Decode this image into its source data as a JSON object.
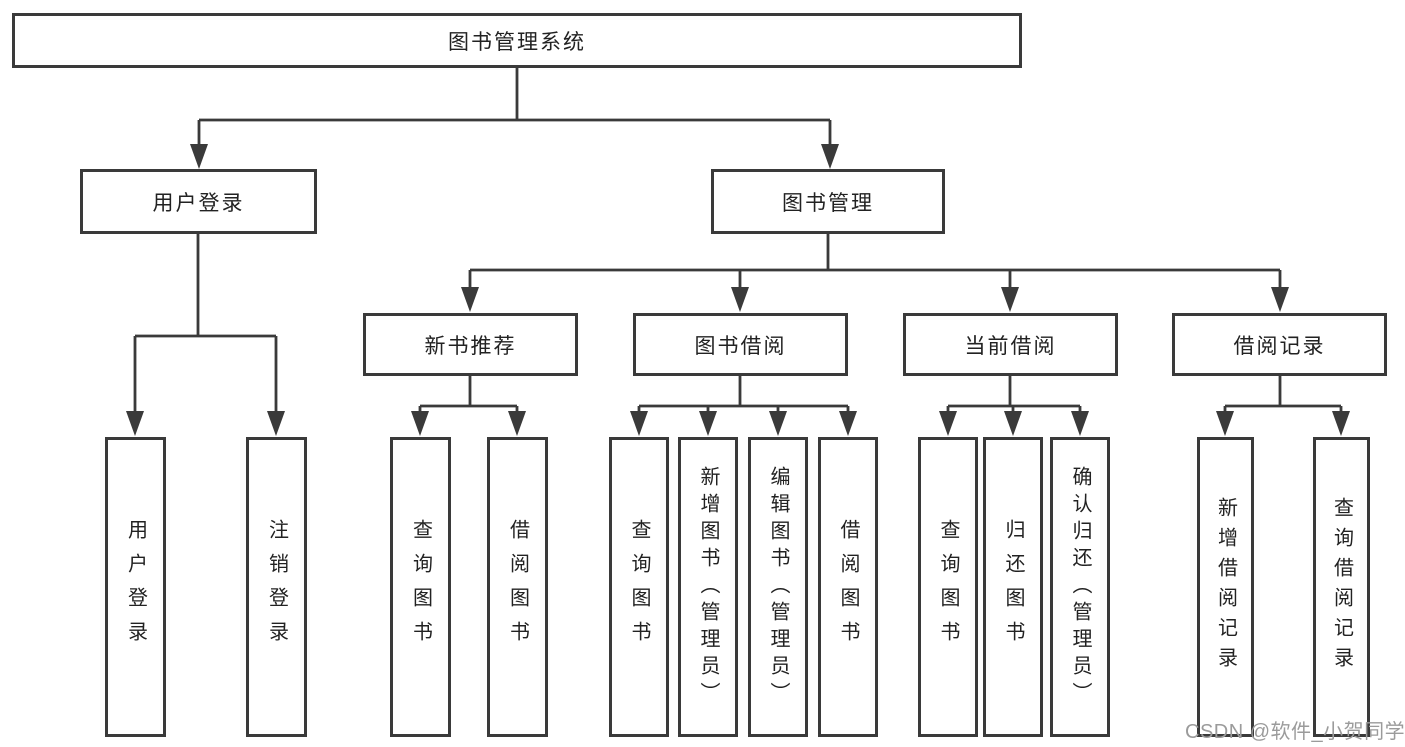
{
  "tree": {
    "label": "图书管理系统",
    "children": [
      {
        "label": "用户登录",
        "children": [
          {
            "label": "用户登录"
          },
          {
            "label": "注销登录"
          }
        ]
      },
      {
        "label": "图书管理",
        "children": [
          {
            "label": "新书推荐",
            "children": [
              {
                "label": "查询图书"
              },
              {
                "label": "借阅图书"
              }
            ]
          },
          {
            "label": "图书借阅",
            "children": [
              {
                "label": "查询图书"
              },
              {
                "label": "新增图书（管理员）"
              },
              {
                "label": "编辑图书（管理员）"
              },
              {
                "label": "借阅图书"
              }
            ]
          },
          {
            "label": "当前借阅",
            "children": [
              {
                "label": "查询图书"
              },
              {
                "label": "归还图书"
              },
              {
                "label": "确认归还（管理员）"
              }
            ]
          },
          {
            "label": "借阅记录",
            "children": [
              {
                "label": "新增借阅记录"
              },
              {
                "label": "查询借阅记录"
              }
            ]
          }
        ]
      }
    ]
  },
  "watermark": {
    "text": "CSDN @软件_小贺同学"
  },
  "colors": {
    "line": "#3a3a3a",
    "box_border": "#3a3a3a",
    "text": "#222222",
    "watermark": "#9b9b9b",
    "background": "#ffffff"
  }
}
